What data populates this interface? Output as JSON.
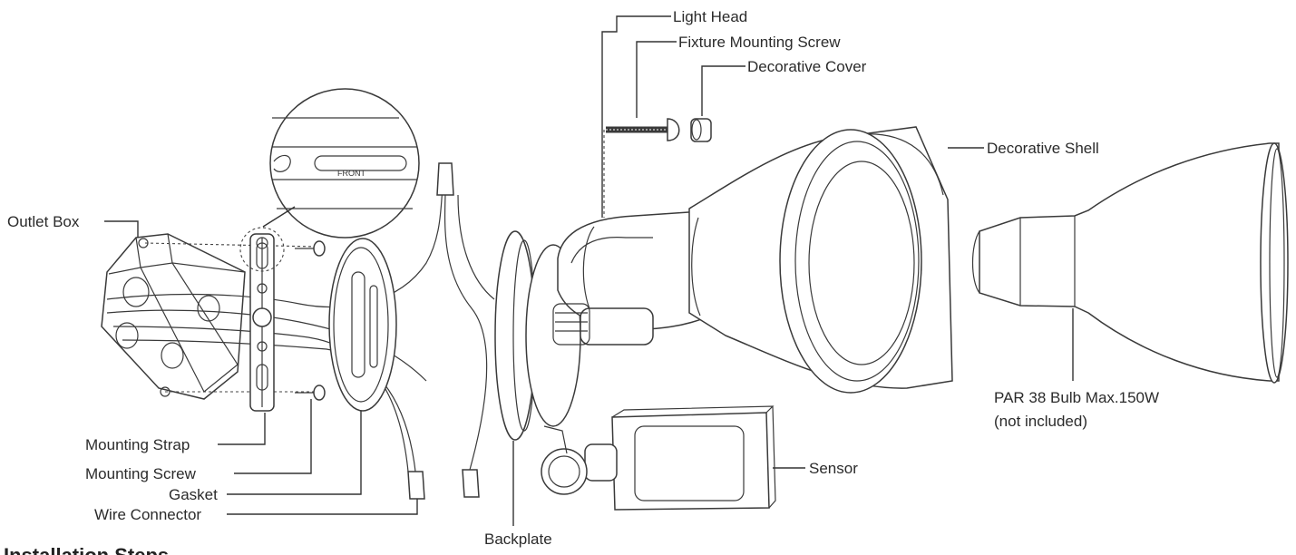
{
  "labels": {
    "light_head": "Light Head",
    "fixture_mounting_screw": "Fixture Mounting Screw",
    "decorative_cover": "Decorative Cover",
    "decorative_shell": "Decorative Shell",
    "outlet_box": "Outlet Box",
    "bulb_line1": "PAR 38 Bulb Max.150W",
    "bulb_line2": "(not included)",
    "mounting_strap": "Mounting Strap",
    "mounting_screw": "Mounting Screw",
    "gasket": "Gasket",
    "wire_connector": "Wire Connector",
    "sensor": "Sensor",
    "backplate": "Backplate",
    "front": "FRONT",
    "section_title": "Installation Steps"
  }
}
